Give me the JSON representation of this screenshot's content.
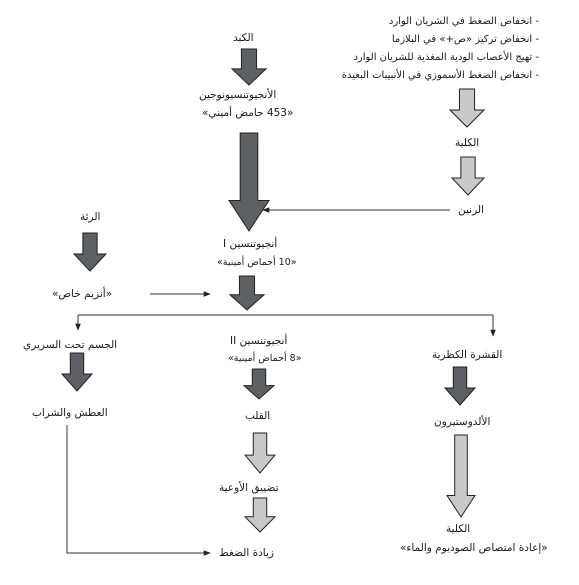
{
  "colors": {
    "dark_arrow": "#5f5f66",
    "light_arrow": "#c9c9c9",
    "outline": "#222222",
    "line": "#333333"
  },
  "triggers": [
    "- انخفاض الضغط في الشريان الوارد",
    "- انخفاض تركيز «ص+» في البلازما",
    "- تهيج الأعصاب الودية المغذية للشريان الوارد",
    "- انخفاض الضغط الأسموزي في الأنبيبات البعيدة"
  ],
  "labels": {
    "liver": "الكبد",
    "angiotensinogen": "الأنجيوتنسيونوجين",
    "angiotensinogen_sub": "«453 حامض أميني»",
    "kidney_top": "الكلية",
    "renin": "الرنين",
    "lung": "الرئة",
    "special_enzyme": "«أنزيم خاص»",
    "angiotensin1": "أنجيوتنسين I",
    "angiotensin1_sub": "«10 أحماض أمينية»",
    "hypothalamus": "الجسم تحت السريري",
    "angiotensin2": "أنجيوتنسين II",
    "angiotensin2_sub": "«8 أحماض أمينية»",
    "adrenal_cortex": "القشرة الكظرية",
    "thirst": "العطش والشراب",
    "heart": "القلب",
    "aldosterone": "الألدوستيرون",
    "vasoconstriction": "تضييق الأوعية",
    "pressure_increase": "زيادة الضغط",
    "kidney_bottom": "الكلية",
    "reabsorption": "«إعادة امتصاص الصوديوم والماء»"
  }
}
